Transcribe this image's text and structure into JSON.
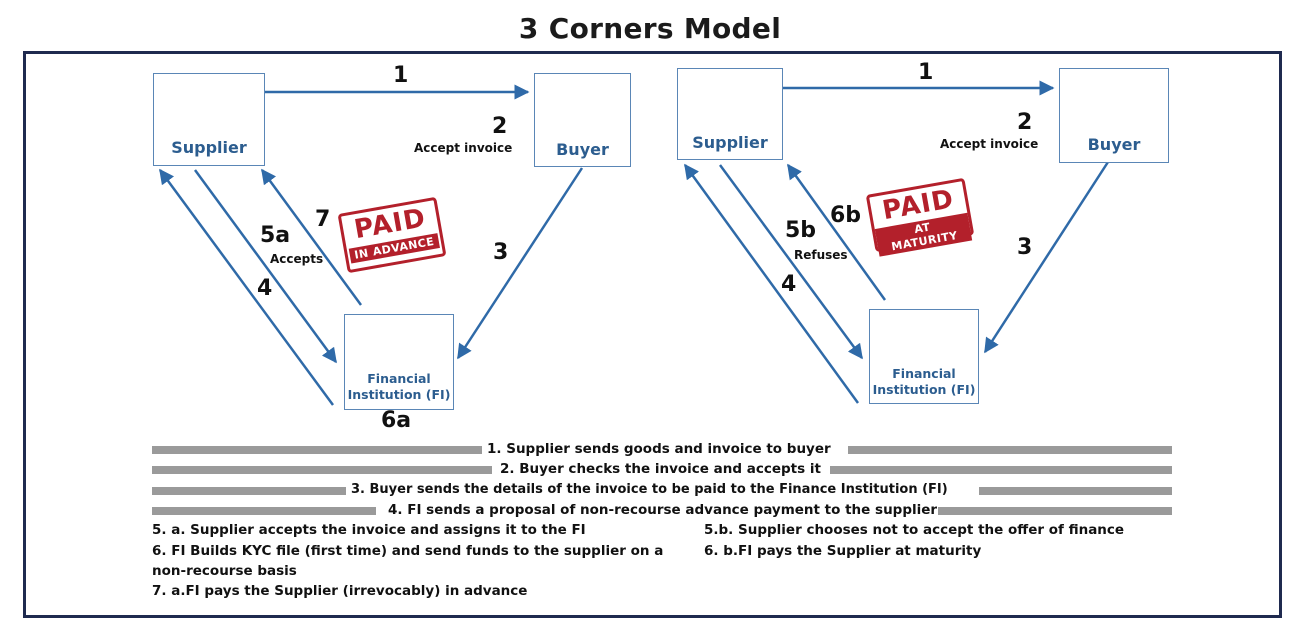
{
  "title": "3 Corners Model",
  "colors": {
    "arrow": "#2f6aa8",
    "box_border": "#5a86b6",
    "box_label": "#2c5d8f",
    "stamp_red": "#b3202b",
    "frame": "#1f2a4f",
    "bar": "#9a9a9a"
  },
  "left": {
    "supplier": "Supplier",
    "buyer": "Buyer",
    "fi_line1": "Financial",
    "fi_line2": "Institution (FI)",
    "step1": "1",
    "step2": "2",
    "accept_invoice": "Accept invoice",
    "step3": "3",
    "step4": "4",
    "step5": "5a",
    "step5_text": "Accepts",
    "step6": "6a",
    "step7": "7",
    "stamp_big": "PAID",
    "stamp_sub": "IN ADVANCE"
  },
  "right": {
    "supplier": "Supplier",
    "buyer": "Buyer",
    "fi_line1": "Financial",
    "fi_line2": "Institution (FI)",
    "step1": "1",
    "step2": "2",
    "accept_invoice": "Accept invoice",
    "step3": "3",
    "step4": "4",
    "step5": "5b",
    "step5_text": "Refuses",
    "step6": "6b",
    "stamp_big": "PAID",
    "stamp_sub": "AT MATURITY"
  },
  "legend": {
    "l1": "1. Supplier sends goods and invoice to buyer",
    "l2": "2. Buyer checks the invoice and accepts it",
    "l3": "3. Buyer sends the details of the invoice to be paid to the Finance Institution (FI)",
    "l4": "4. FI sends a proposal of non-recourse advance payment to the supplier",
    "l5a": "5. a. Supplier accepts the invoice and assigns it to the FI",
    "l6a_1": "6. FI Builds KYC file (first time) and send funds to the supplier on a",
    "l6a_2": "non-recourse basis",
    "l7a": "7. a.FI pays the Supplier (irrevocably) in advance",
    "l5b": "5.b. Supplier chooses not to accept the offer of finance",
    "l6b": "6. b.FI pays the Supplier  at maturity"
  }
}
